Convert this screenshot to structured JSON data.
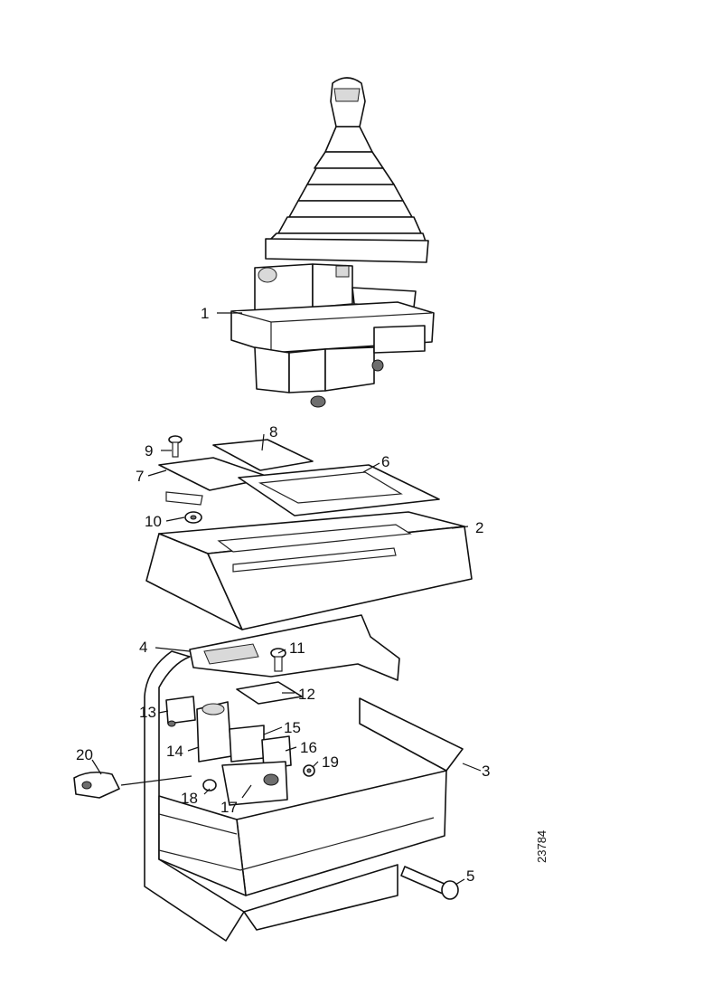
{
  "drawing": {
    "reference_number": "23784"
  },
  "callouts": {
    "c1": "1",
    "c2": "2",
    "c3": "3",
    "c4": "4",
    "c5": "5",
    "c6": "6",
    "c7": "7",
    "c8": "8",
    "c9": "9",
    "c10": "10",
    "c11": "11",
    "c12": "12",
    "c13": "13",
    "c14": "14",
    "c15": "15",
    "c16": "16",
    "c17": "17",
    "c18": "18",
    "c19": "19",
    "c20": "20"
  }
}
